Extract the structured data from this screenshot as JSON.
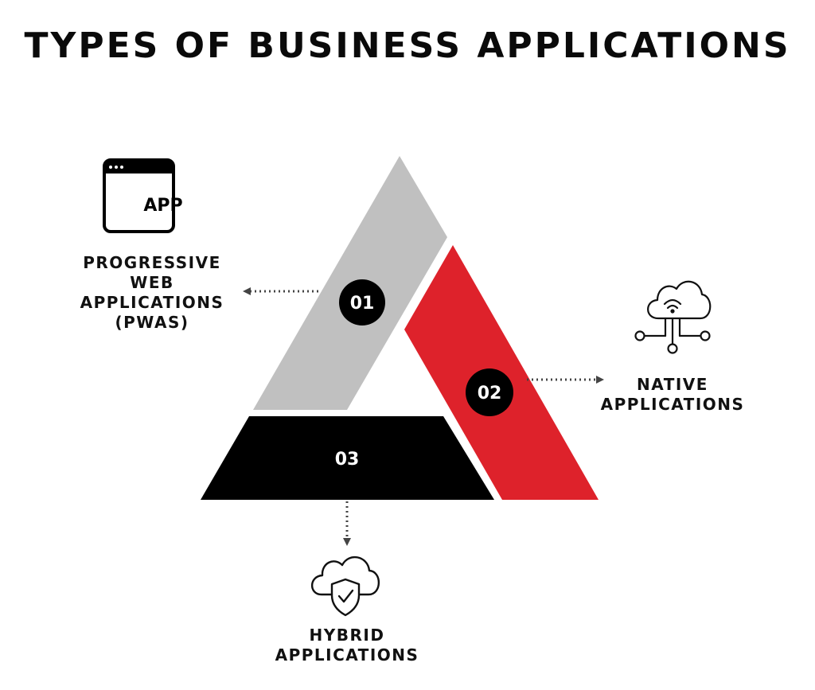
{
  "title": "TYPES OF BUSINESS APPLICATIONS",
  "segments": [
    {
      "number": "01",
      "label_lines": [
        "PROGRESSIVE",
        "WEB",
        "APPLICATIONS",
        "(PWAS)"
      ],
      "color": "#c0c0c0",
      "icon": "app-window-icon",
      "icon_text": "APP"
    },
    {
      "number": "02",
      "label_lines": [
        "NATIVE",
        "APPLICATIONS"
      ],
      "color": "#de222b",
      "icon": "cloud-network-icon"
    },
    {
      "number": "03",
      "label_lines": [
        "HYBRID",
        "APPLICATIONS"
      ],
      "color": "#000000",
      "icon": "cloud-shield-icon"
    }
  ],
  "colors": {
    "text": "#0a0a0a",
    "badge": "#000000",
    "badge_text": "#ffffff",
    "connector": "#444444"
  }
}
